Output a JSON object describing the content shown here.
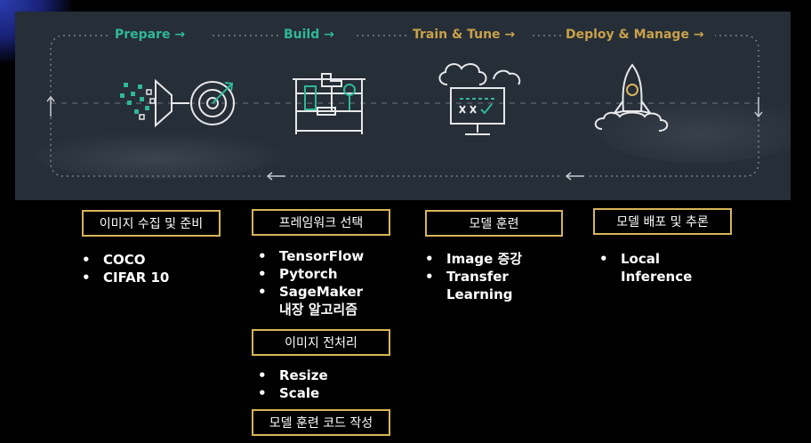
{
  "stages": [
    {
      "label": "Prepare →",
      "color": "green"
    },
    {
      "label": "Build →",
      "color": "green"
    },
    {
      "label": "Train & Tune →",
      "color": "gold"
    },
    {
      "label": "Deploy & Manage →",
      "color": "gold"
    }
  ],
  "icons": [
    "funnel-target-icon",
    "toolbox-icon",
    "cloud-monitor-icon",
    "rocket-icon"
  ],
  "columns": {
    "prepare": {
      "box": "이미지 수집 및 준비",
      "items": [
        "COCO",
        "CIFAR 10"
      ]
    },
    "build": {
      "box1": "프레임워크 선택",
      "items1": [
        "TensorFlow",
        "Pytorch",
        "SageMaker\n내장 알고리즘"
      ],
      "box2": "이미지 전처리",
      "items2": [
        "Resize",
        "Scale"
      ],
      "box3": "모델 훈련 코드 작성"
    },
    "train": {
      "box": "모델 훈련",
      "items": [
        "Image 증강",
        "Transfer\nLearning"
      ]
    },
    "deploy": {
      "box": "모델 배포 및 추론",
      "items": [
        "Local\nInference"
      ]
    }
  },
  "colors": {
    "banner_bg": "#262e38",
    "green": "#2fb898",
    "gold": "#c9a14a",
    "box_border": "#d8b55a"
  }
}
